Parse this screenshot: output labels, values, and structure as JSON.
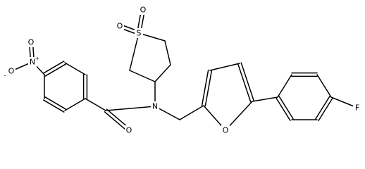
{
  "molecule": {
    "atoms": {
      "n_nitro": "N",
      "o_nitro_top": "O",
      "o_nitro_left": "O",
      "o_carbonyl": "O",
      "n_amide": "N",
      "s_sulfone": "S",
      "o_sulfone_top": "O",
      "o_sulfone_left": "O",
      "o_furan": "O",
      "f_fluoro": "F"
    },
    "charges": {
      "n_nitro": "+",
      "o_nitro_left": "-"
    }
  }
}
